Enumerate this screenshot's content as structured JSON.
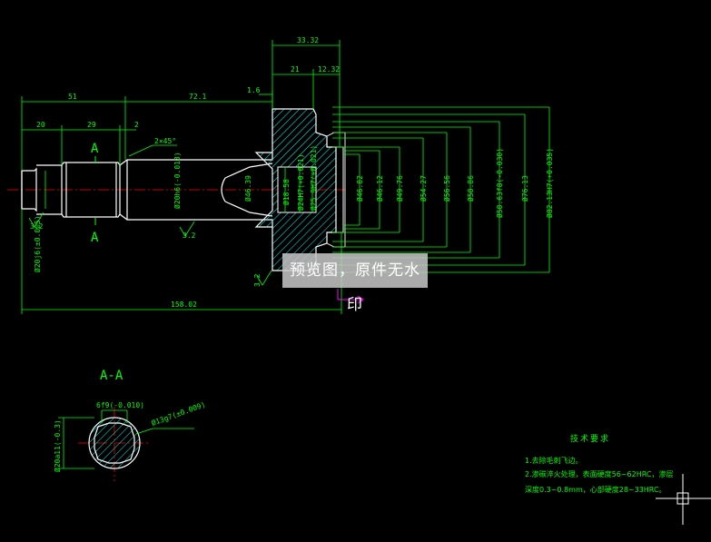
{
  "drawing": {
    "dimensions": {
      "d_33_32": "33.32",
      "d_21": "21",
      "d_12_32": "12.32",
      "d_51": "51",
      "d_72_1": "72.1",
      "d_1_6": "1.6",
      "d_20": "20",
      "d_29": "29",
      "d_2": "2",
      "d_chamfer": "2×45°",
      "d_158_02": "158.02",
      "d_3_2a": "3.2",
      "d_3_2b": "3.2",
      "d_3_2c": "3.2",
      "d_phi16_left": "Ø20j6(±0.005)",
      "d_phi16_mid": "Ø20h6(-0.013)",
      "d_phi46_39": "Ø46.39",
      "d_phi18_58": "Ø18.58",
      "d_phi24h7": "Ø24H7(+0.021)",
      "d_phi25_9": "Ø25.9H7(+0.021)",
      "d_phi46_82": "Ø46.82",
      "d_phi46_12": "Ø46.12",
      "d_phi49_76": "Ø49.76",
      "d_phi54_27": "Ø54.27",
      "d_phi56_56": "Ø56.56",
      "d_phi58_86": "Ø58.86",
      "d_phi58_63": "Ø58.63f8(-0.030)",
      "d_phi76_13": "Ø76.13",
      "d_phi82_13": "Ø82.13H7(+0.035)"
    },
    "section_markers": {
      "a_top": "A",
      "a_bottom": "A"
    },
    "section_view": {
      "title": "A-A",
      "d_6f9": "6f9(-0.010)",
      "d_phi20": "Ø20a11(-0.3)",
      "d_phi13": "Ø13g7(±0.009)"
    }
  },
  "tech_requirements": {
    "title": "技术要求",
    "line1": "1.去除毛刺飞边。",
    "line2": "2.渗碳淬火处理，表面硬度56~62HRC，渗层",
    "line3": "深度0.3~0.8mm，心部硬度28~33HRC。"
  },
  "watermark": "预览图，原件无水印",
  "colors": {
    "outline": "#ffffff",
    "dim": "#00ff00",
    "hatch": "#00ffff",
    "center": "#ff0000",
    "ucs": "#ff00ff",
    "bg": "#000000"
  }
}
